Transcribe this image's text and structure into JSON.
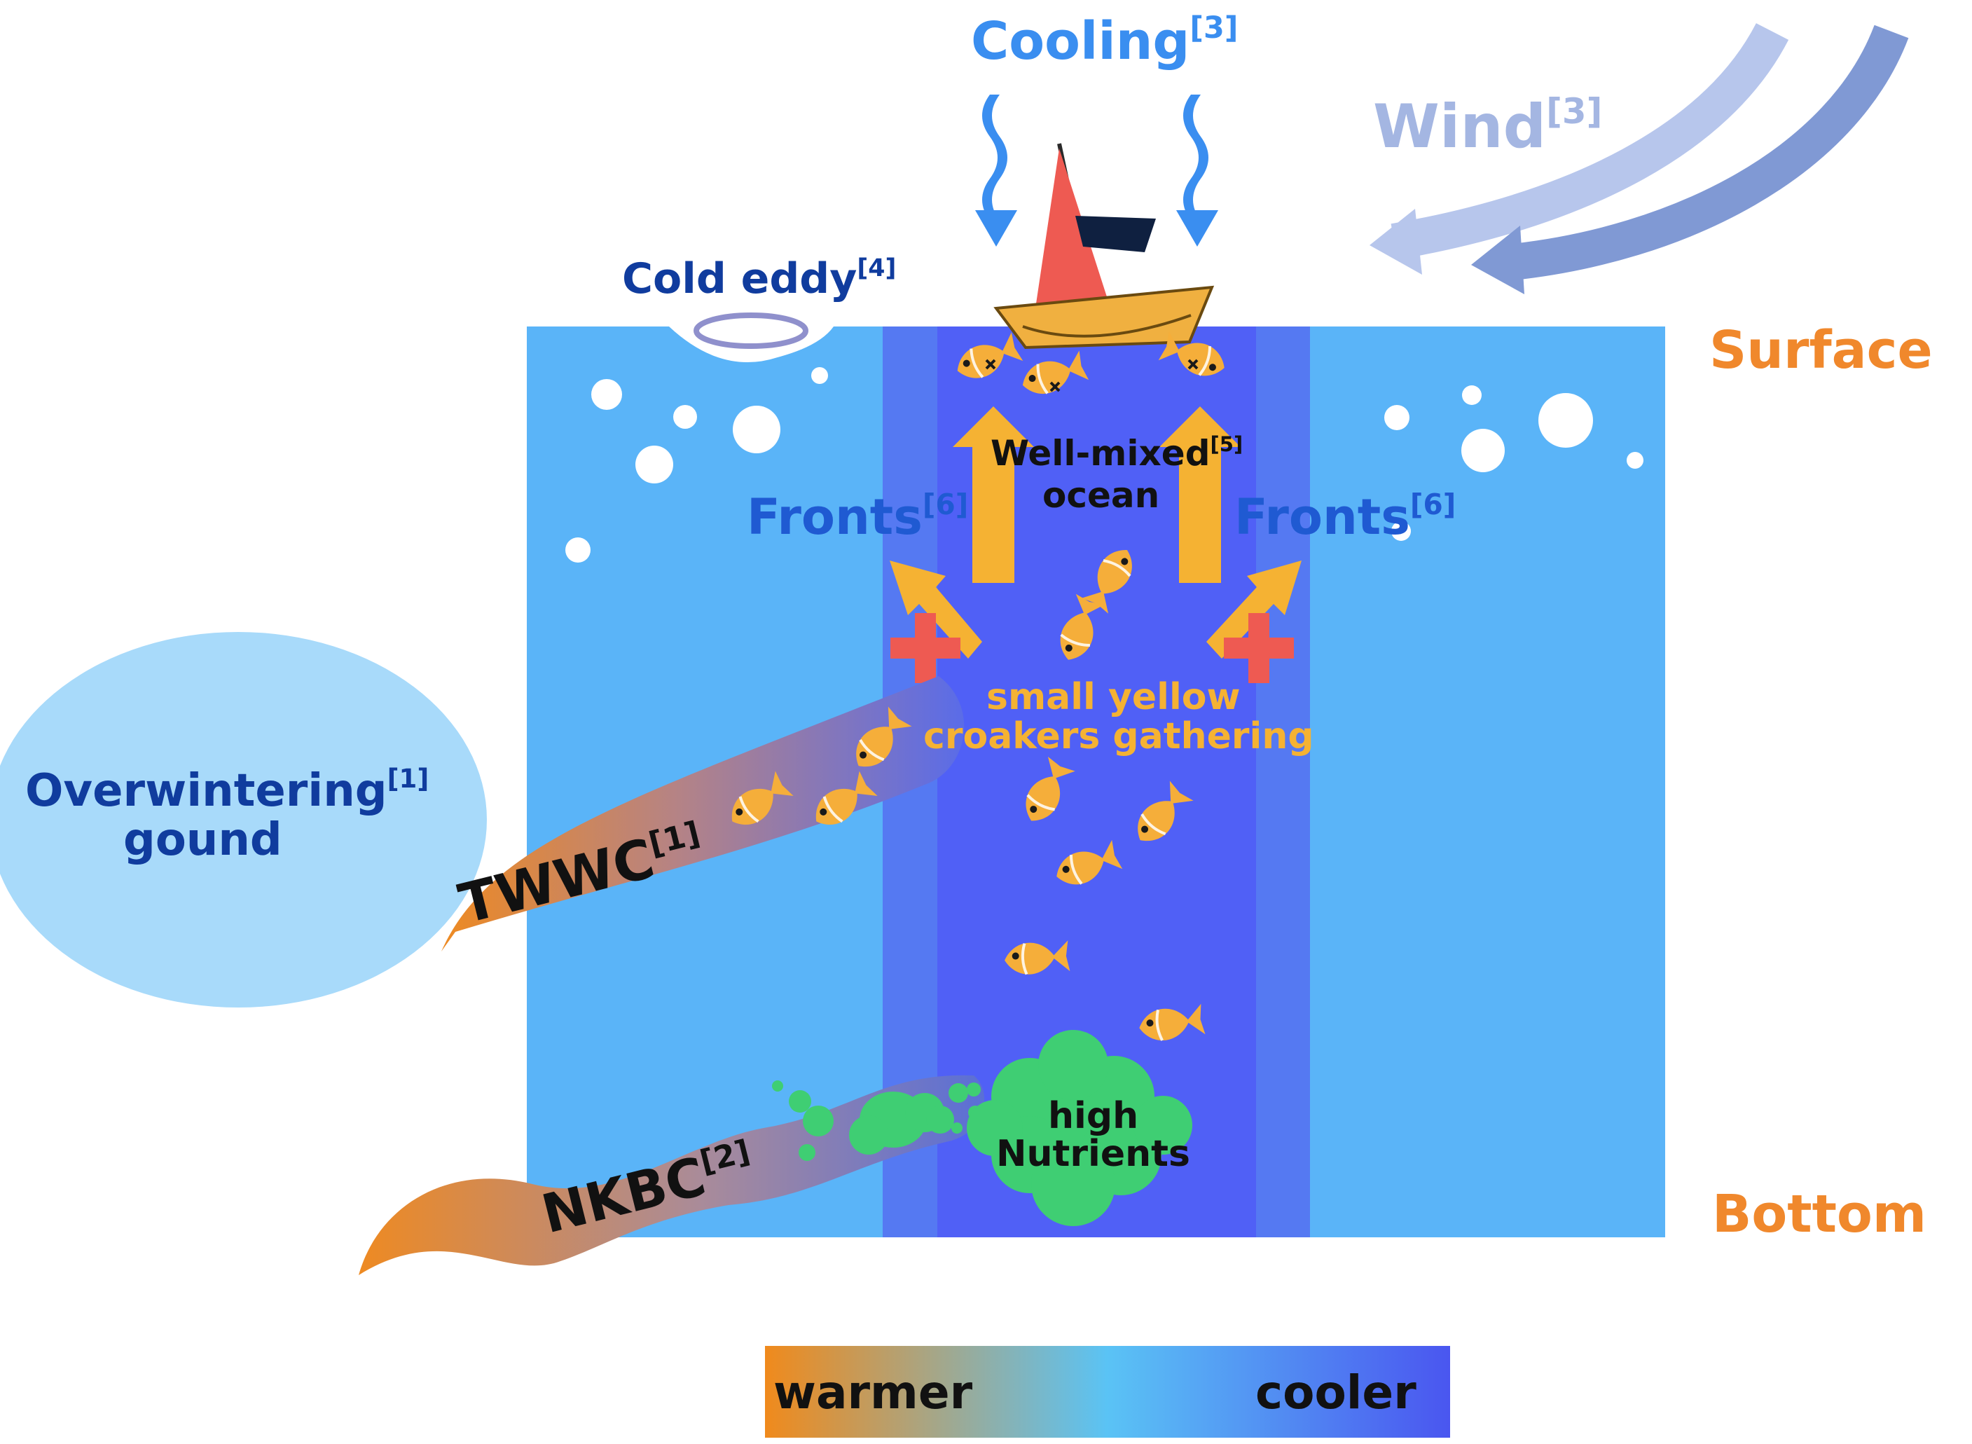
{
  "labels": {
    "cooling": "Cooling",
    "cooling_ref": "[3]",
    "wind": "Wind",
    "wind_ref": "[3]",
    "cold_eddy": "Cold eddy",
    "cold_eddy_ref": "[4]",
    "surface": "Surface",
    "bottom": "Bottom",
    "well_mixed_1": "Well-mixed",
    "well_mixed_ref": "[5]",
    "well_mixed_2": "ocean",
    "fronts_left": "Fronts",
    "fronts_left_ref": "[6]",
    "fronts_right": "Fronts",
    "fronts_right_ref": "[6]",
    "gathering_1": "small yellow",
    "gathering_2": "croakers gathering",
    "overwintering_1": "Overwintering",
    "overwintering_ref": "[1]",
    "overwintering_2": "gound",
    "twwc": "TWWC",
    "twwc_ref": "[1]",
    "nkbc": "NKBC",
    "nkbc_ref": "[2]",
    "nutrients_1": "high",
    "nutrients_2": "Nutrients"
  },
  "legend": {
    "warmer": "warmer",
    "cooler": "cooler",
    "warm_color": "#f08a1c",
    "mid_color": "#5ac3f5",
    "cool_color": "#4a56f0"
  },
  "colors": {
    "ocean": "#5ab4f8",
    "front_band": "#5579f2",
    "mixed_core": "#5060f6",
    "overwintering_ground": "#a8dafa",
    "label_dark_blue": "#103c9e",
    "label_mid_blue": "#1f5ad2",
    "label_orange": "#f0882c",
    "fish": "#f5ae3a",
    "arrow_yellow": "#f5b233",
    "cross_red": "#ee5a52",
    "nutrients_green": "#3fce73",
    "cooling_blue": "#3a8ef0",
    "wind_light": "#a4b6e2",
    "wind_dark": "#7d97d0"
  },
  "icons": [
    "boat-icon",
    "fish-icon",
    "cross-icon",
    "cooling-wave-icon",
    "wind-arrow-icon",
    "cold-eddy-icon",
    "bubble-icon",
    "nutrient-cloud-icon"
  ]
}
